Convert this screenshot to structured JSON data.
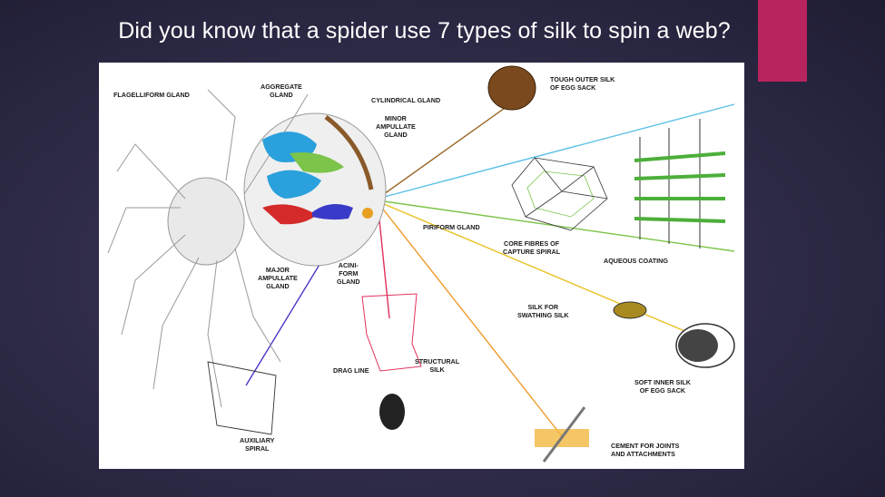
{
  "slide": {
    "title": "Did you know that a spider use 7 types of silk to spin a web?",
    "accent_color": "#b8245e"
  },
  "diagram": {
    "labels": {
      "flagelliform": "FLAGELLIFORM GLAND",
      "aggregate": "AGGREGATE\nGLAND",
      "cylindrical": "CYLINDRICAL GLAND",
      "minor_ampullate": "MINOR\nAMPULLATE\nGLAND",
      "tough_outer": "TOUGH OUTER SILK\nOF EGG SACK",
      "piriform": "PIRIFORM GLAND",
      "core_fibres": "CORE FIBRES OF\nCAPTURE SPIRAL",
      "aqueous": "AQUEOUS COATING",
      "major_ampullate": "MAJOR\nAMPULLATE\nGLAND",
      "aciniform": "ACINI-\nFORM\nGLAND",
      "swathing": "SILK FOR\nSWATHING SILK",
      "structural": "STRUCTURAL\nSILK",
      "drag_line": "DRAG LINE",
      "soft_inner": "SOFT INNER SILK\nOF EGG SACK",
      "auxiliary": "AUXILIARY\nSPIRAL",
      "cement": "CEMENT FOR JOINTS\nAND ATTACHMENTS"
    }
  }
}
